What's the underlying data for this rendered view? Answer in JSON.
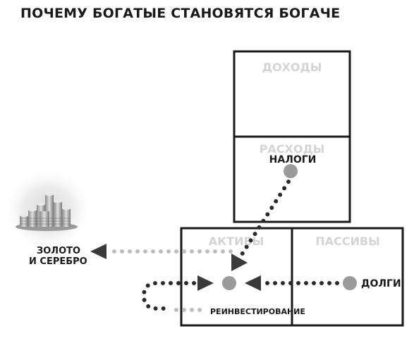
{
  "title": "ПОЧЕМУ БОГАТЫЕ СТАНОВЯТСЯ БОГАЧЕ",
  "boxes": {
    "income": "ДОХОДЫ",
    "expenses": "РАСХОДЫ",
    "assets": "АКТИВЫ",
    "liabilities": "ПАССИВЫ"
  },
  "labels": {
    "taxes": "НАЛОГИ",
    "gold_line1": "ЗОЛОТО",
    "gold_line2": "И СЕРЕБРО",
    "reinvestment": "РЕИНВЕСТИРОВАНИЕ",
    "debts": "ДОЛГИ"
  },
  "colors": {
    "box_border": "#1a1a1a",
    "box_label": "#d4d4d4",
    "node": "#9a9a9a",
    "dots_dark": "#2a2a2a",
    "dots_light": "#bdbdbd",
    "arrow": "#3a3a3a"
  },
  "icons": {
    "coins": "coin-stack-icon"
  }
}
